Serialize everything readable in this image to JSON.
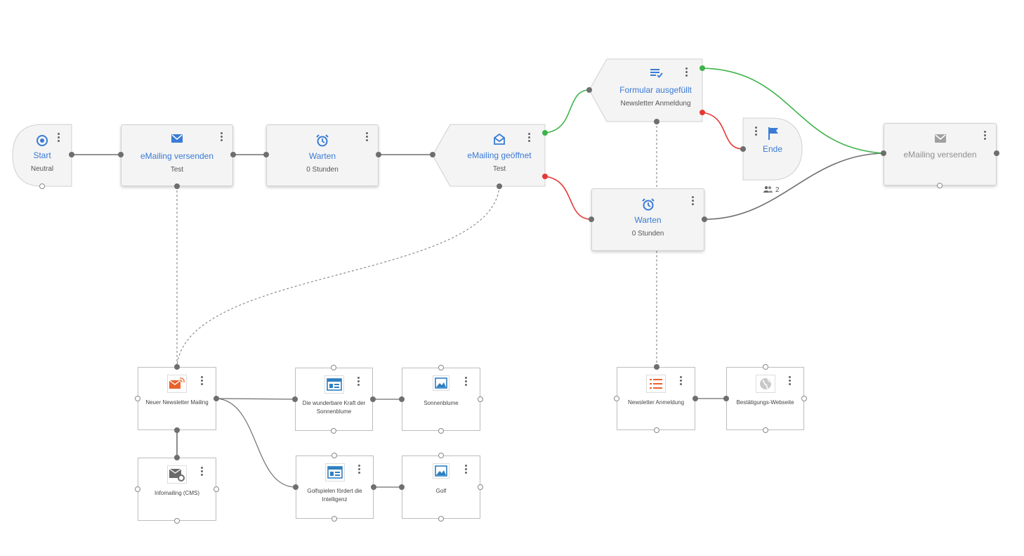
{
  "nodes": {
    "start": {
      "title": "Start",
      "sub": "Neutral"
    },
    "send1": {
      "title": "eMailing versenden",
      "sub": "Test"
    },
    "wait1": {
      "title": "Warten",
      "sub": "0 Stunden"
    },
    "opened": {
      "title": "eMailing geöffnet",
      "sub": "Test"
    },
    "form": {
      "title": "Formular ausgefüllt",
      "sub": "Newsletter Anmeldung"
    },
    "end": {
      "title": "Ende"
    },
    "wait2": {
      "title": "Warten",
      "sub": "0 Stunden"
    },
    "send2": {
      "title": "eMailing versenden"
    }
  },
  "end_count": "2",
  "assets": {
    "mailing": "Neuer Newsletter Mailing",
    "sunflower_page": "Die wunderbare Kraft der Sonnenblume",
    "sunflower_img": "Sonnenblume",
    "infomailing": "Infomailing (CMS)",
    "golf_page": "Golfspielen fördert die Intelligenz",
    "golf_img": "Golf",
    "newsletter_form": "Newsletter Anmeldung",
    "confirm_page": "Bestätigungs-Webseite"
  },
  "icons": {
    "start": "target-icon",
    "send": "envelope-icon",
    "wait": "alarm-clock-icon",
    "opened": "open-envelope-icon",
    "form": "form-check-icon",
    "end": "flag-icon",
    "participants": "people-icon"
  },
  "colors": {
    "accent": "#3a7bd5",
    "yes": "#3eb34a",
    "no": "#e53935",
    "mailing_icon": "#e8632b",
    "page_icon": "#2f7fc1"
  }
}
